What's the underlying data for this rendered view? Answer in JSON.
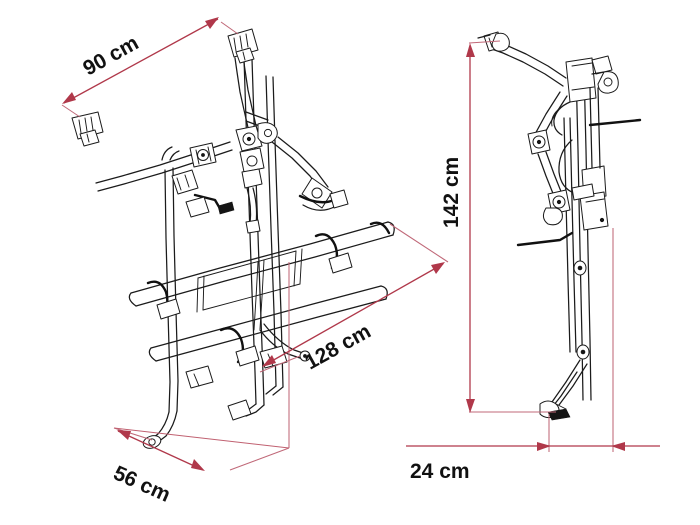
{
  "drawing": {
    "title": "Bike carrier dimensional drawing",
    "background_color": "#ffffff",
    "line_color": "#1b1b1b",
    "dimension_color": "#b0384a",
    "views": [
      {
        "name": "front-three-quarter-view",
        "position": "left"
      },
      {
        "name": "side-view",
        "position": "right"
      }
    ]
  },
  "dimensions": {
    "width_top": {
      "label": "90 cm",
      "value": 90,
      "unit": "cm",
      "view": "front-three-quarter-view",
      "orientation": "diagonal-top"
    },
    "length_diagonal": {
      "label": "128 cm",
      "value": 128,
      "unit": "cm",
      "view": "front-three-quarter-view",
      "orientation": "diagonal-lower-right"
    },
    "depth_base": {
      "label": "56 cm",
      "value": 56,
      "unit": "cm",
      "view": "front-three-quarter-view",
      "orientation": "diagonal-lower-left"
    },
    "height_side": {
      "label": "142 cm",
      "value": 142,
      "unit": "cm",
      "view": "side-view",
      "orientation": "vertical"
    },
    "depth_side": {
      "label": "24 cm",
      "value": 24,
      "unit": "cm",
      "view": "side-view",
      "orientation": "horizontal"
    }
  }
}
